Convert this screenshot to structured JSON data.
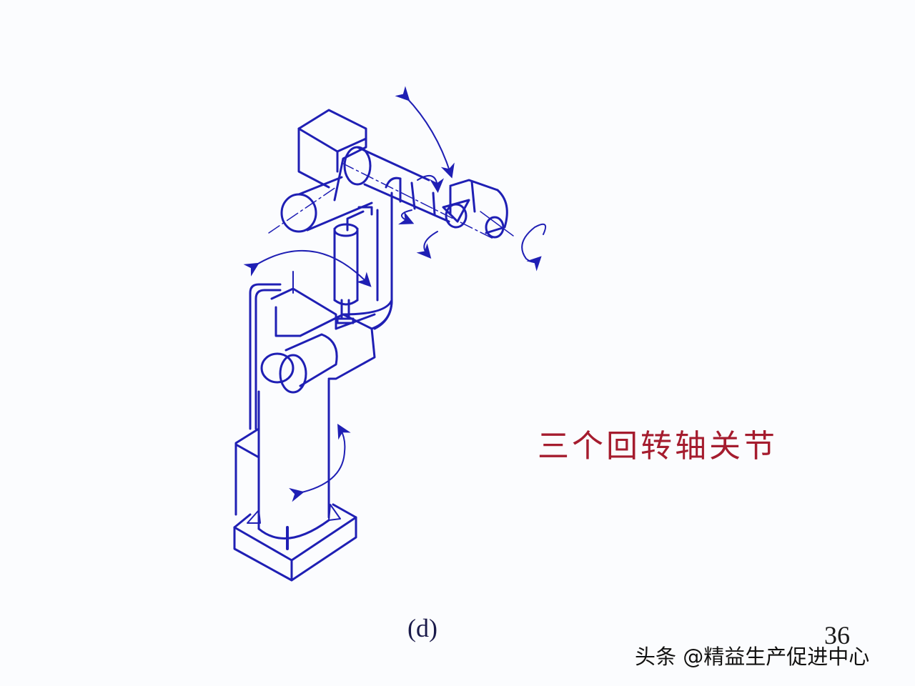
{
  "slide": {
    "caption": "三个回转轴关节",
    "sub_label": "(d)",
    "page_number": "36",
    "watermark": "头条 @精益生产促进中心"
  },
  "diagram": {
    "subject": "articulated robot arm with three rotary joints",
    "line_color": "#1f1fb4",
    "caption_color": "#a51c2e",
    "rotation_arrows": [
      "base-rotation-arrow",
      "shoulder-rotation-arrow",
      "elbow-rotation-arrow",
      "wrist-pitch-arrow",
      "wrist-yaw-arrow",
      "wrist-roll-arrow",
      "upper-arc-arrow"
    ]
  }
}
